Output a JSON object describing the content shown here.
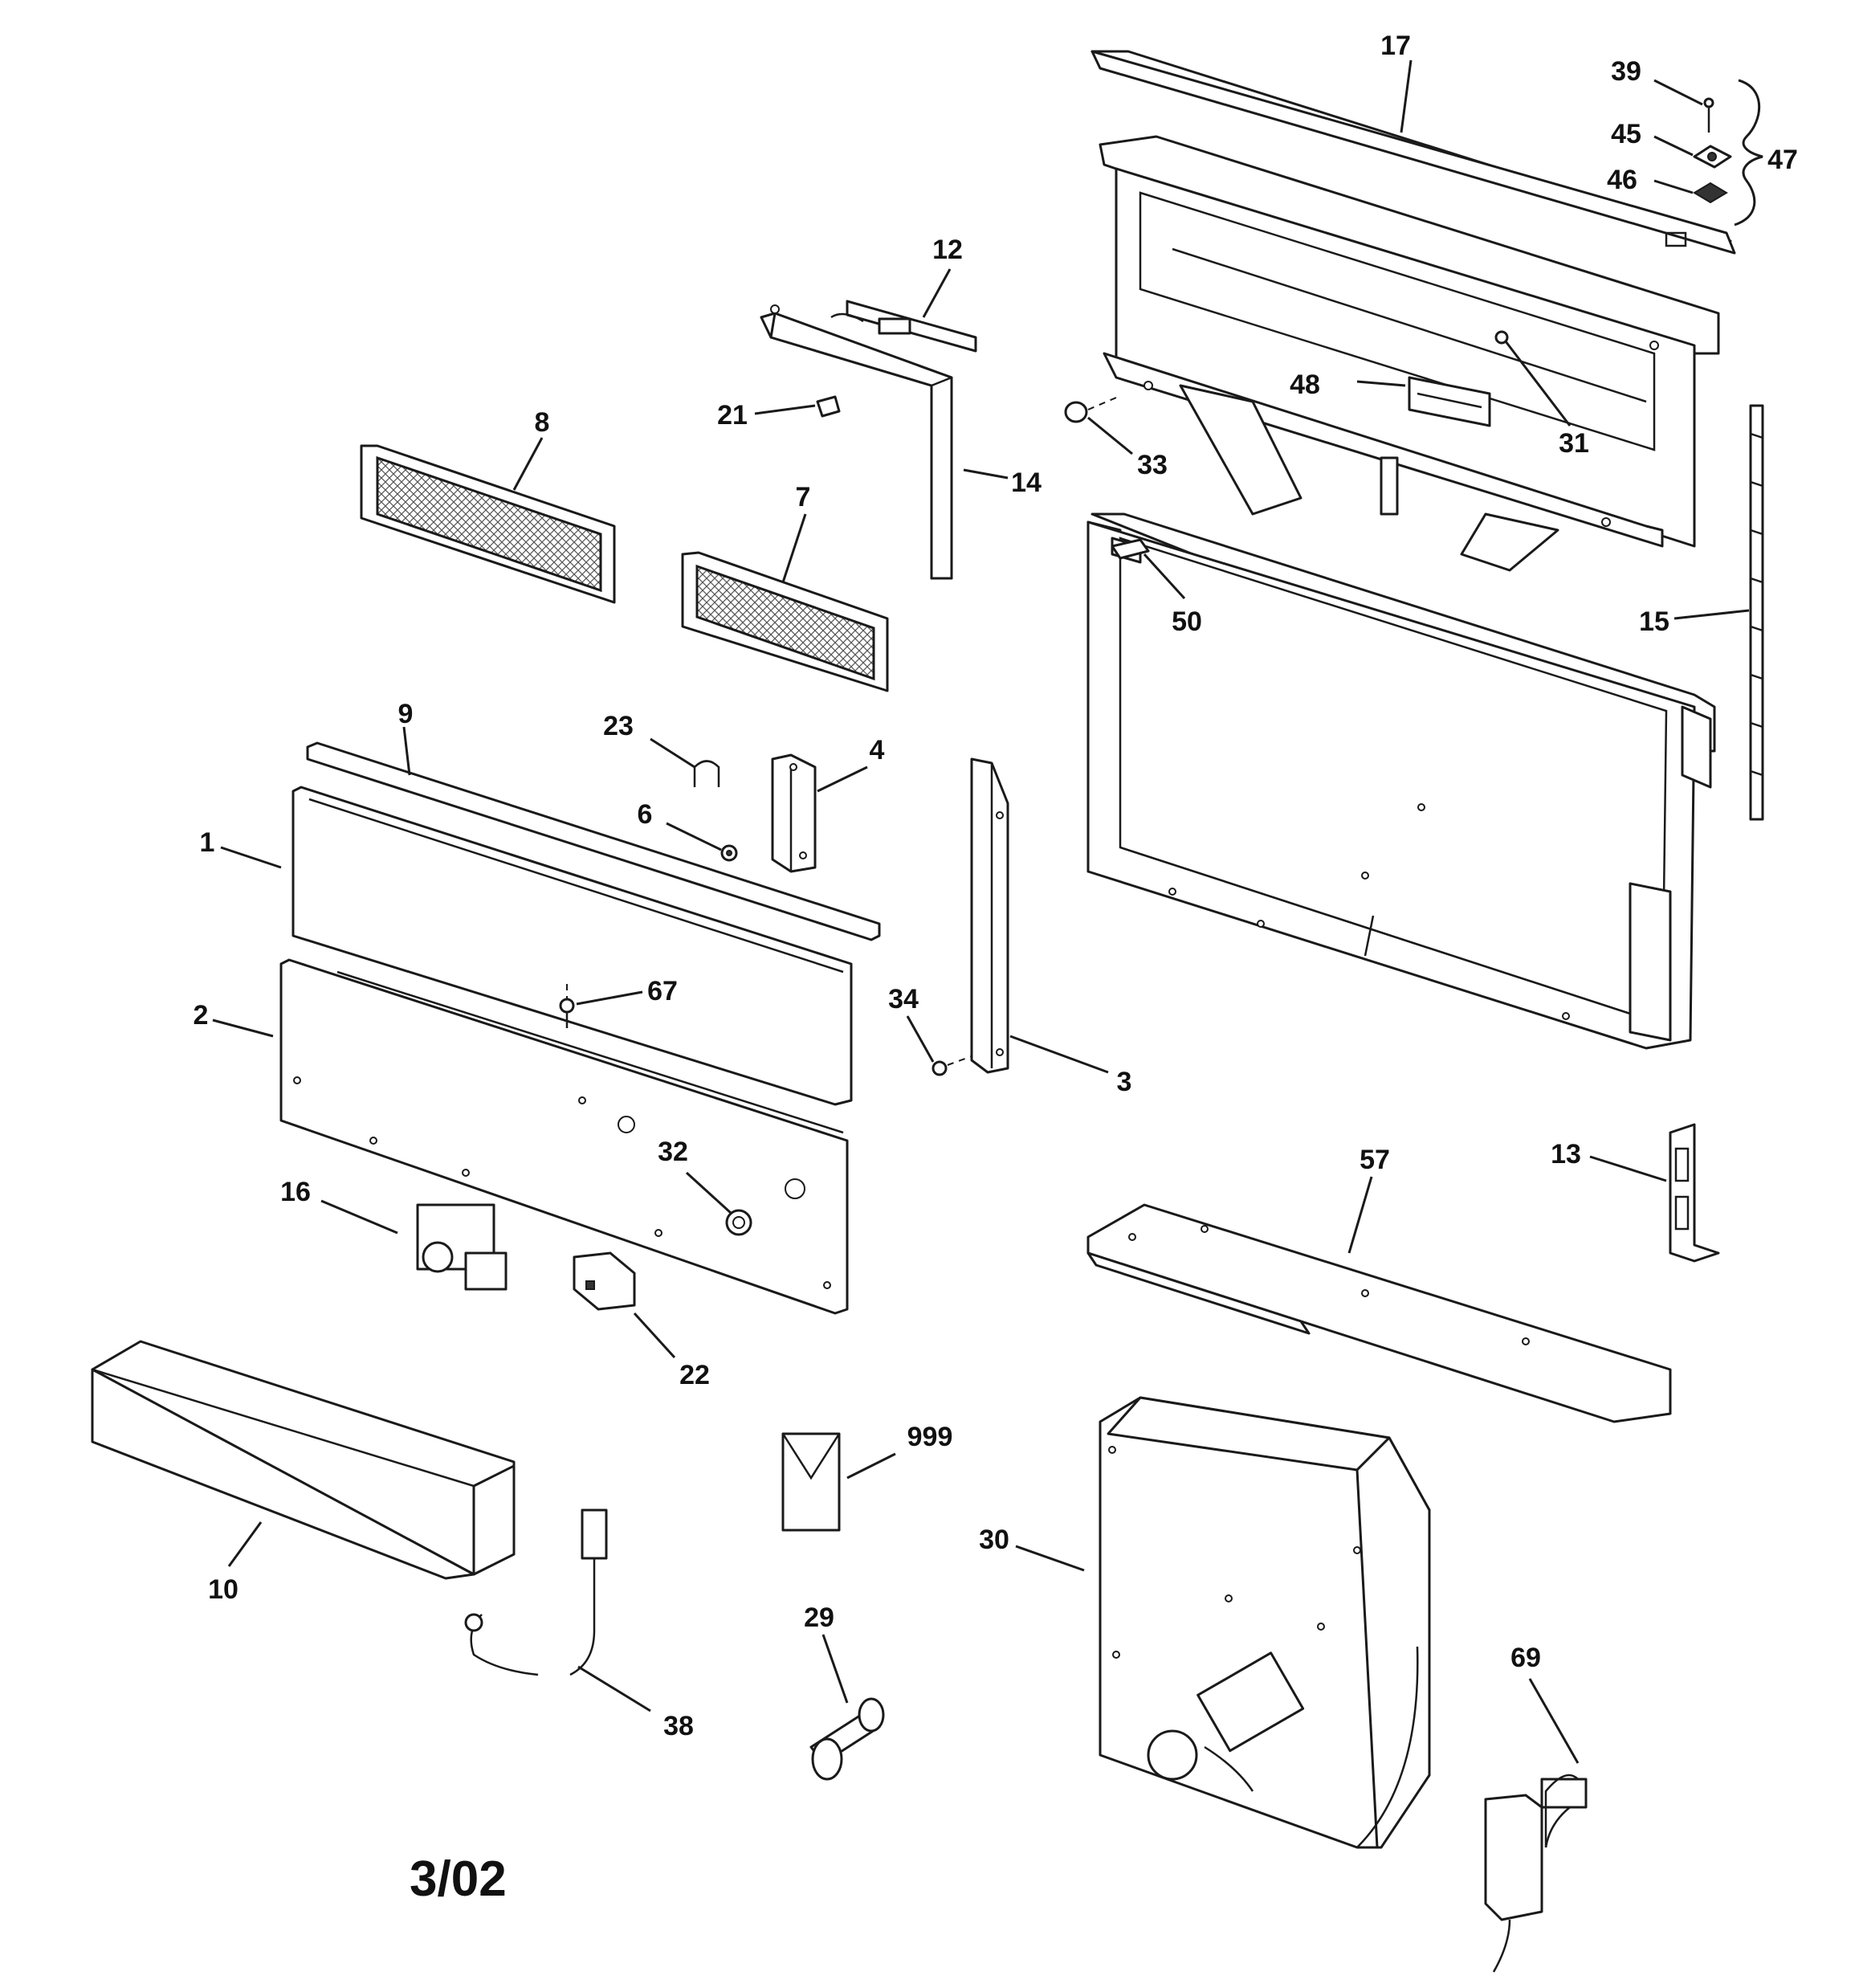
{
  "diagram": {
    "labels": {
      "p17": "17",
      "p39": "39",
      "p45": "45",
      "p46": "46",
      "p47": "47",
      "p12": "12",
      "p21": "21",
      "p14": "14",
      "p8": "8",
      "p7": "7",
      "p48": "48",
      "p31": "31",
      "p33": "33",
      "p50": "50",
      "p15": "15",
      "p9": "9",
      "p23": "23",
      "p4": "4",
      "p6": "6",
      "p1": "1",
      "p67": "67",
      "p34": "34",
      "p3": "3",
      "p2": "2",
      "p32": "32",
      "p16": "16",
      "p22": "22",
      "p13": "13",
      "p57": "57",
      "p10": "10",
      "p999": "999",
      "p30": "30",
      "p38": "38",
      "p29": "29",
      "p69": "69"
    },
    "date_code": "3/02"
  }
}
